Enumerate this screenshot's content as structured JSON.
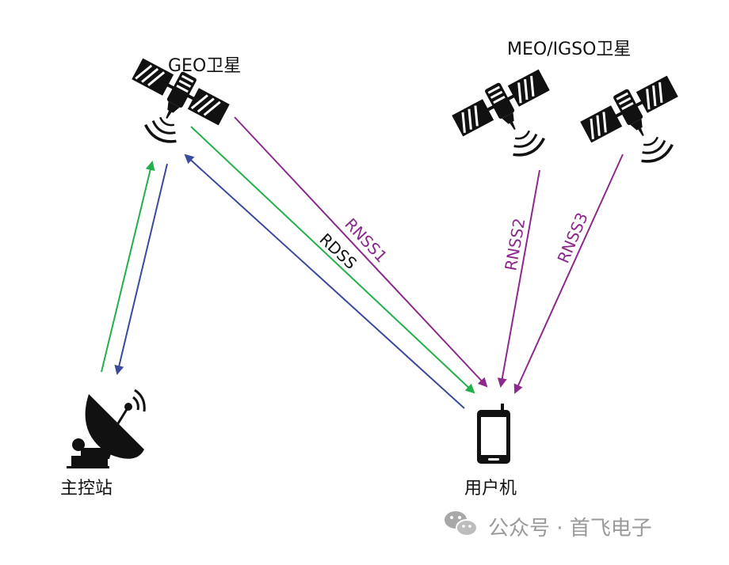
{
  "nodes": {
    "geo_satellite": "GEO卫星",
    "meo_igso_satellite": "MEO/IGSO卫星",
    "master_station": "主控站",
    "user_terminal": "用户机"
  },
  "links": {
    "rdss": "RDSS",
    "rnss1": "RNSS1",
    "rnss2": "RNSS2",
    "rnss3": "RNSS3"
  },
  "watermark": {
    "text": "公众号 · 首飞电子",
    "icon": "wechat-icon"
  },
  "colors": {
    "rdss_uplink": "#22b04b",
    "rdss_downlink": "#3a4a9c",
    "rnss": "#8b2a8c",
    "icon": "#111111",
    "watermark": "#9a9a9a"
  }
}
